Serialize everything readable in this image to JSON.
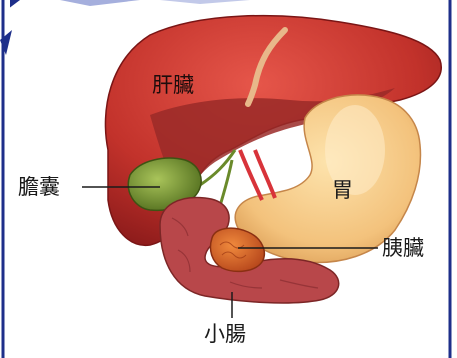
{
  "labels": {
    "liver": "肝臟",
    "gallbladder": "膽囊",
    "stomach": "胃",
    "pancreas": "胰臟",
    "small_intestine": "小腸"
  },
  "colors": {
    "liver": "#c2322b",
    "stomach": "#f3c27c",
    "gallbladder": "#6d8a2c",
    "pancreas": "#d25a22",
    "intestine": "#b2474a",
    "border": "#1e2f8a"
  }
}
